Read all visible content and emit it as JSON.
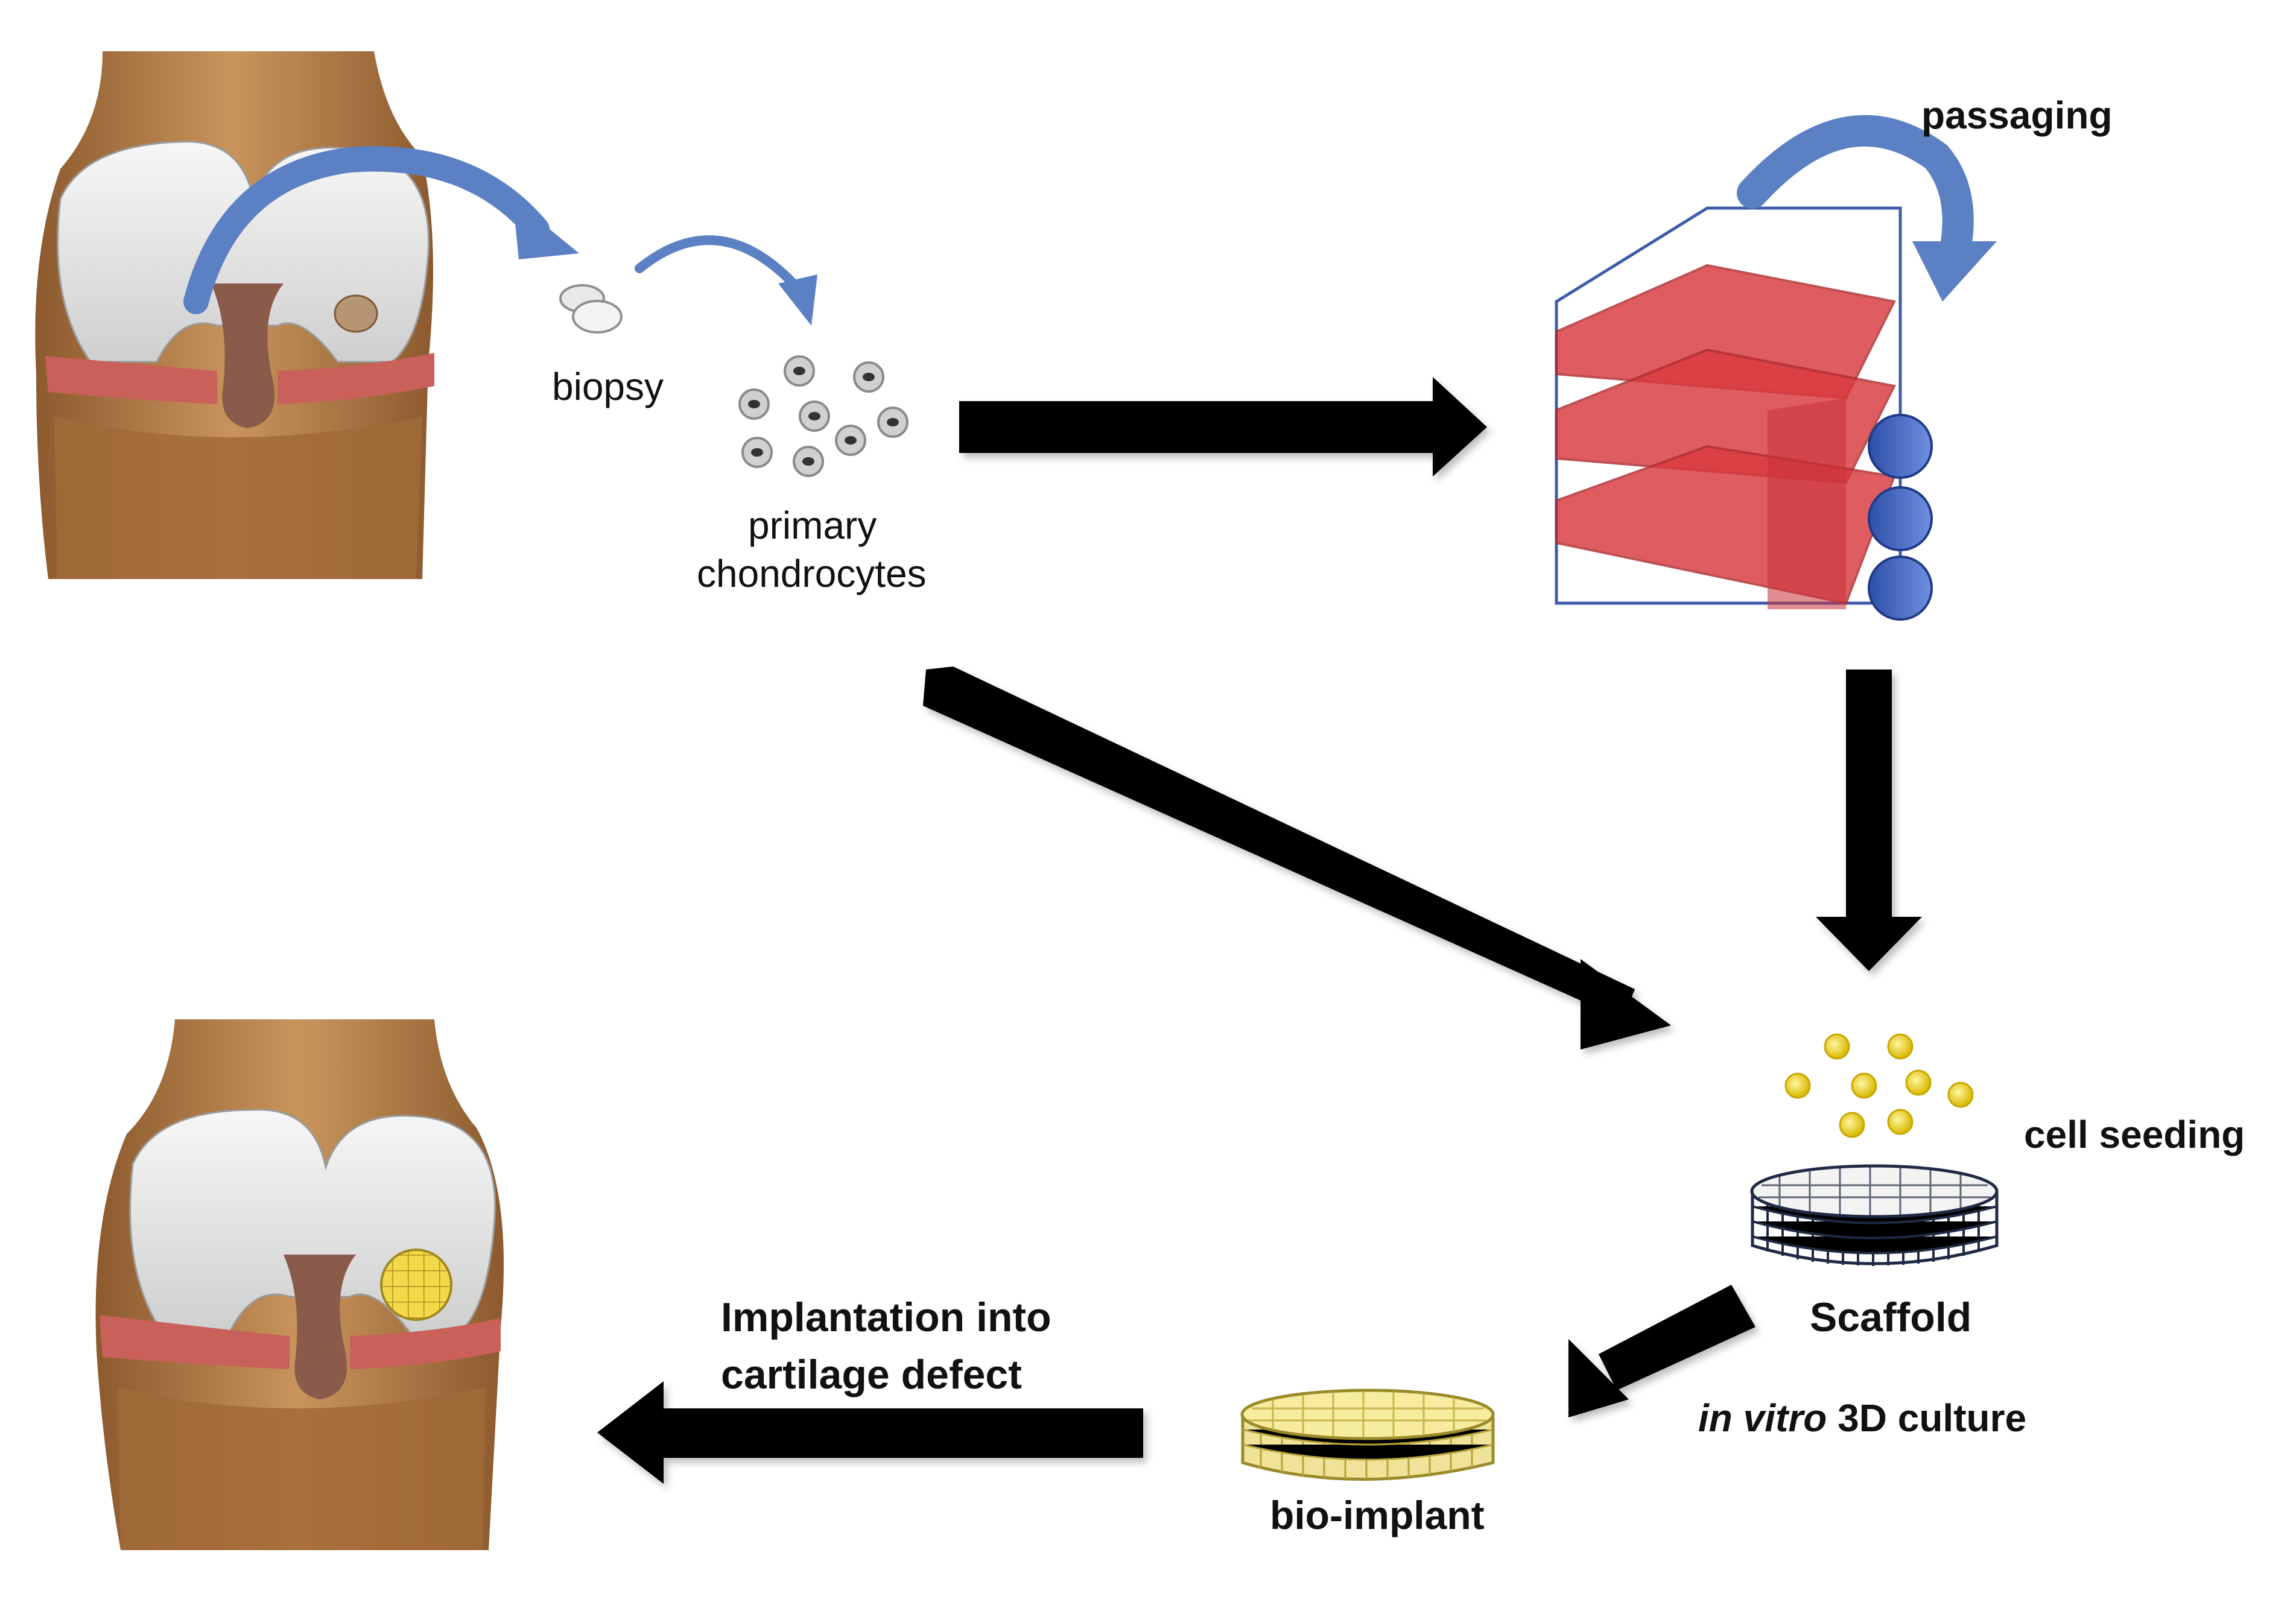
{
  "labels": {
    "biopsy": "biopsy",
    "primary": "primary",
    "chondrocytes": "chondrocytes",
    "passaging": "passaging",
    "cell_seeding": "cell seeding",
    "scaffold": "Scaffold",
    "in_vitro_italic": "in vitro",
    "culture": " 3D culture",
    "bio_implant": "bio-implant",
    "implant_line1": "Implantation into",
    "implant_line2": "cartilage defect"
  },
  "colors": {
    "bone": "#b07a45",
    "cartilage": "#e6e6e6",
    "meniscus": "#c9605a",
    "flask_red": "#d93a3e",
    "flask_cap": "#3b63c4",
    "curved_arrow": "#5b80c4",
    "big_arrow": "#000000",
    "cell_yellow": "#e8d23a",
    "implant_yellow": "#efe39a",
    "scaffold_grid": "#1f2a44"
  },
  "icons": {
    "knee_top": "knee-joint-icon",
    "knee_bottom": "knee-with-implant-icon",
    "flask": "cell-culture-flask-icon",
    "scaffold": "scaffold-disc-icon",
    "bio_implant": "bio-implant-disc-icon"
  }
}
